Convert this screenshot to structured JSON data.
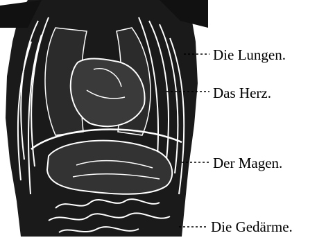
{
  "diagram": {
    "labels": [
      {
        "id": "lungs",
        "text": "Die Lungen."
      },
      {
        "id": "heart",
        "text": "Das Herz."
      },
      {
        "id": "stomach",
        "text": "Der Magen."
      },
      {
        "id": "intestines",
        "text": "Die Gedärme."
      }
    ]
  }
}
